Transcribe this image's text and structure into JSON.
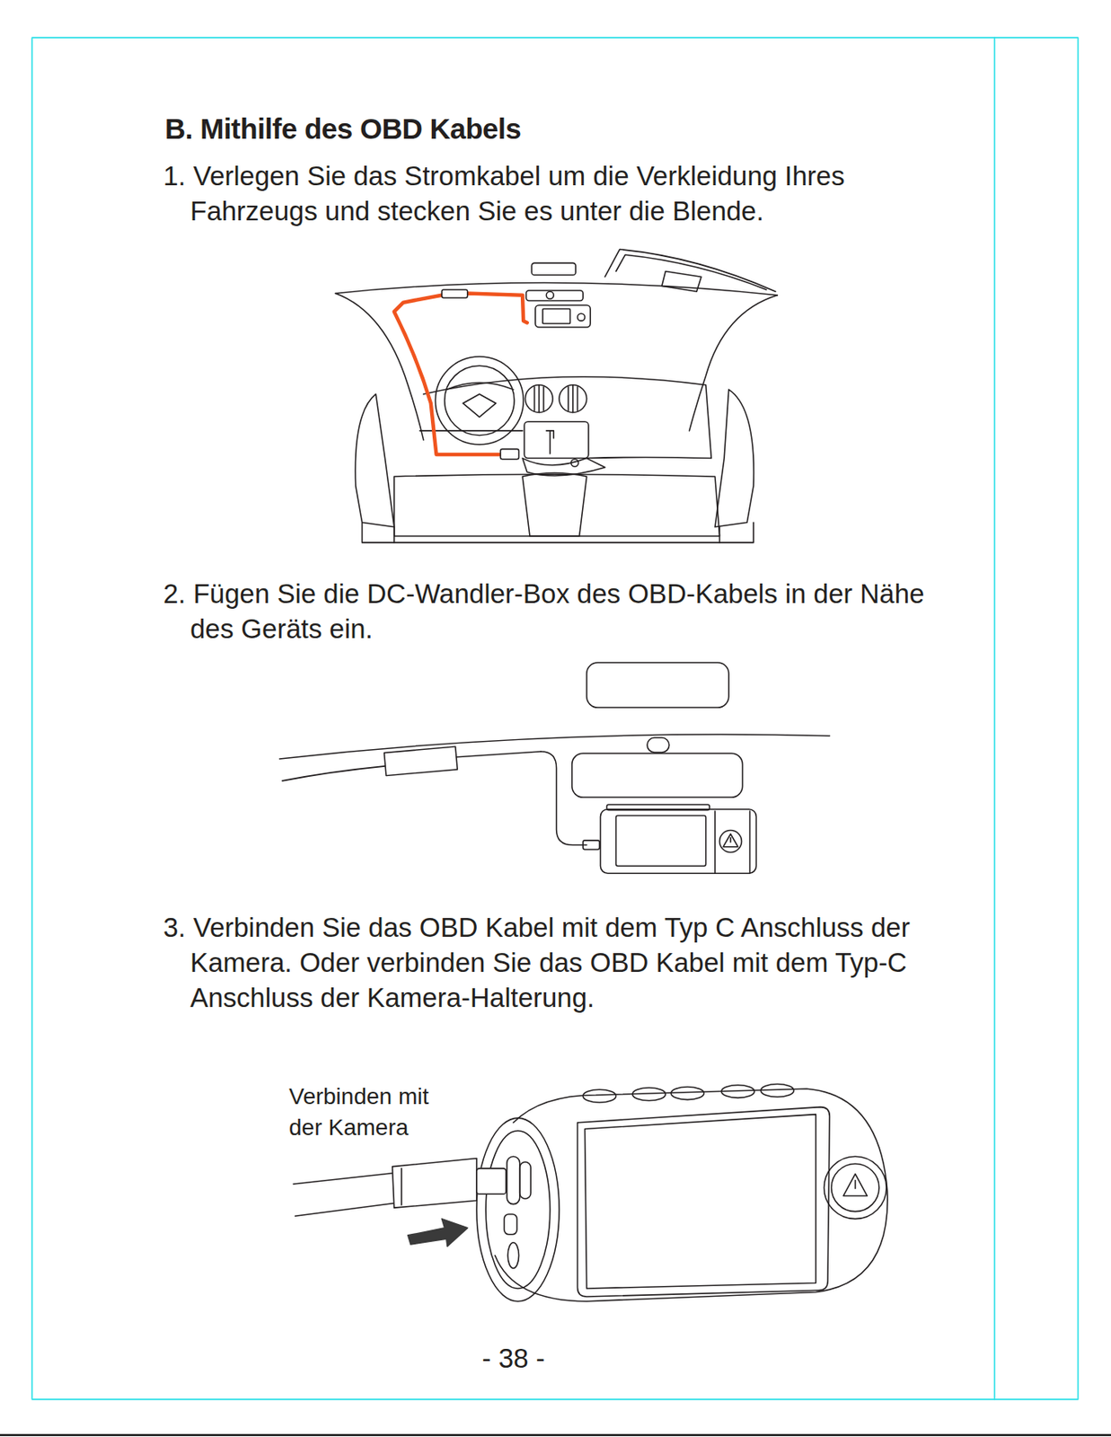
{
  "diagram": {
    "title": "B. Mithilfe des OBD Kabels",
    "labels": [
      "1. Verlegen Sie das Stromkabel um die Verkleidung Ihres Fahrzeugs und stecken Sie es unter die Blende.",
      "2. Fügen Sie die DC-Wandler-Box des OBD-Kabels in der Nähe des Geräts ein.",
      "3. Verbinden Sie das OBD Kabel mit dem Typ C Anschluss der Kamera. Oder verbinden Sie das OBD Kabel mit dem Typ-C Anschluss der Kamera-Halterung.",
      "Verbinden mit der Kamera",
      "- 38 -"
    ]
  }
}
